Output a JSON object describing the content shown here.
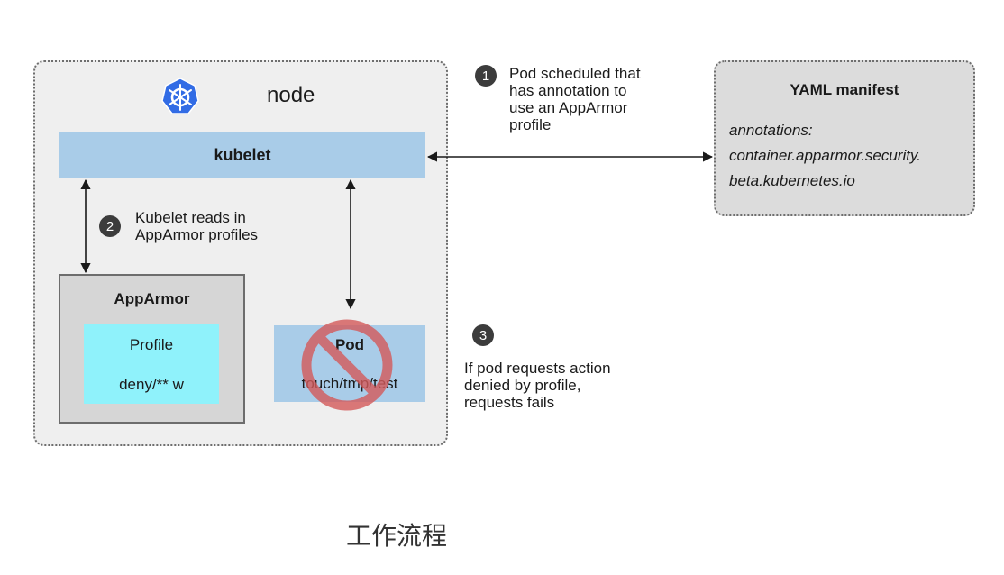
{
  "node": {
    "title": "node",
    "logo_icon": "kubernetes-helm-icon",
    "logo_color": "#326ce5"
  },
  "kubelet": {
    "label": "kubelet"
  },
  "apparmor": {
    "title": "AppArmor",
    "profile_title": "Profile",
    "profile_rule": "deny/** w"
  },
  "pod": {
    "title": "Pod",
    "command": "touch/tmp/test",
    "blocked_icon": "prohibited-icon"
  },
  "yaml": {
    "title": "YAML manifest",
    "lines": [
      "annotations:",
      "container.apparmor.security.",
      "beta.kubernetes.io"
    ]
  },
  "steps": [
    {
      "number": "1",
      "lines": [
        "Pod scheduled that",
        "has annotation to",
        "use an AppArmor",
        "profile"
      ]
    },
    {
      "number": "2",
      "lines": [
        "Kubelet reads in",
        "AppArmor profiles"
      ]
    },
    {
      "number": "3",
      "lines": [
        "If pod requests action",
        "denied by profile,",
        "requests fails"
      ]
    }
  ],
  "caption": "工作流程",
  "colors": {
    "kubelet_fill": "#a9cce8",
    "profile_fill": "#8ff2fb",
    "apparmor_fill": "#d6d6d6",
    "prohibit_red": "#d45a5a"
  }
}
